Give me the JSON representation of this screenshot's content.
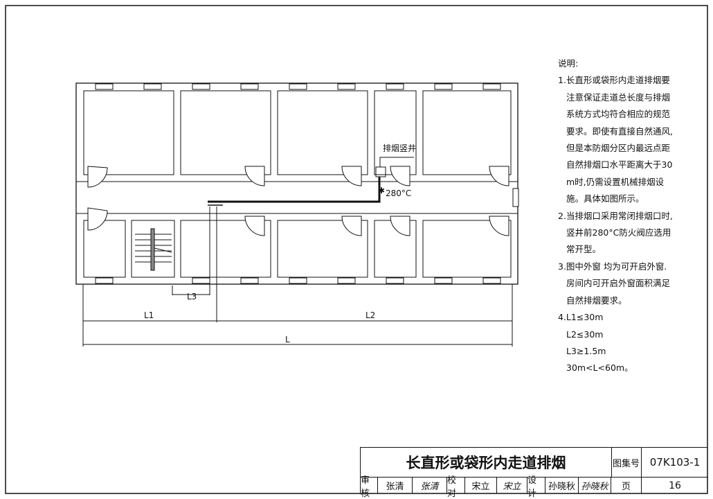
{
  "plan": {
    "shaft_label": "排烟竖井",
    "damper_label": "280°C",
    "dimensions": {
      "l3": "L3",
      "l1": "L1",
      "l2": "L2",
      "l": "L"
    }
  },
  "notes": {
    "heading": "说明:",
    "lines": [
      "1.长直形或袋形内走道排烟要",
      "注意保证走道总长度与排烟",
      "系统方式均符合相应的规范",
      "要求。即使有直接自然通风,",
      "但是本防烟分区内最远点距",
      "自然排烟口水平距离大于30",
      "m时,仍需设置机械排烟设",
      "施。具体如图所示。",
      "2.当排烟口采用常闭排烟口时,",
      "竖井前280°C防火阀应选用",
      "常开型。",
      "3.图中外窗 均为可开启外窗.",
      "房间内可开启外窗面积满足",
      "自然排烟要求。",
      "4.L1≤30m",
      "L2≤30m",
      "L3≥1.5m",
      "30m<L<60m。"
    ]
  },
  "title_block": {
    "title": "长直形或袋形内走道排烟",
    "atlas_label": "图集号",
    "atlas_no": "07K103-1",
    "review_label": "审核",
    "reviewer": "张清",
    "reviewer_sign": "张清",
    "check_label": "校对",
    "checker": "宋立",
    "checker_sign": "宋立",
    "design_label": "设计",
    "designer": "孙晓秋",
    "designer_sign": "孙晓秋",
    "page_label": "页",
    "page_no": "16"
  }
}
